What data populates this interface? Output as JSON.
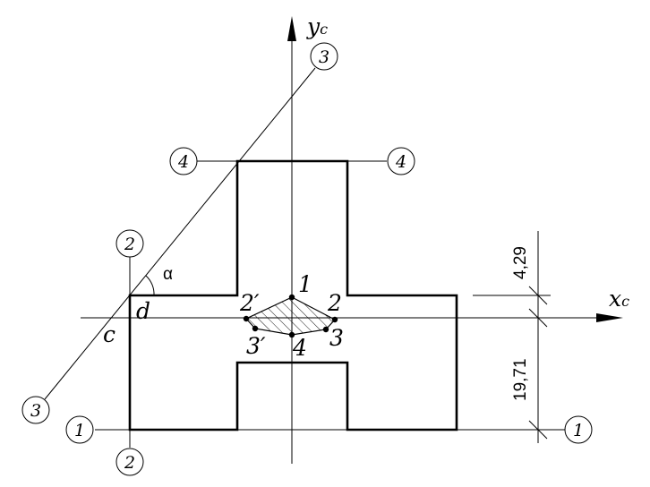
{
  "axes": {
    "y_label": "y",
    "y_sub": "c",
    "x_label": "x",
    "x_sub": "c"
  },
  "line_markers": {
    "top_right_3": "3",
    "left_4": "4",
    "right_4": "4",
    "left_2_top": "2",
    "left_3_bottom": "3",
    "left_1": "1",
    "bottom_2": "2",
    "right_1": "1"
  },
  "points": {
    "p1": "1",
    "p2": "2",
    "p2prime": "2′",
    "p3": "3",
    "p3prime": "3′",
    "p4": "4"
  },
  "corner_labels": {
    "c": "c",
    "d": "d",
    "alpha": "α"
  },
  "dimensions": {
    "upper": "4,29",
    "lower": "19,71"
  }
}
